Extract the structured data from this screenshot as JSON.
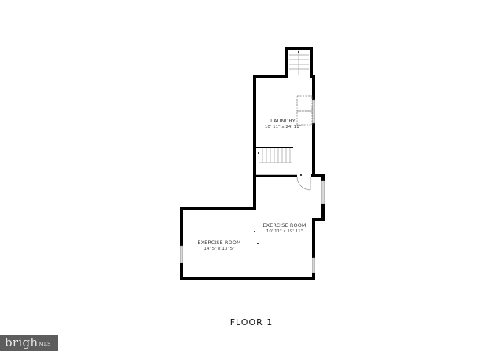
{
  "floor": {
    "title": "FLOOR 1"
  },
  "rooms": [
    {
      "name": "LAUNDRY",
      "dimensions": "10' 11\" x 24' 11\""
    },
    {
      "name": "EXERCISE ROOM",
      "dimensions": "10' 11\" x 19' 11\""
    },
    {
      "name": "EXERCISE ROOM",
      "dimensions": "14' 5\" x 13' 5\""
    }
  ],
  "watermark": {
    "main": "brigh",
    "sub": "MLS"
  },
  "colors": {
    "wall": "#000000",
    "window": "#d4d4d4",
    "background": "#ffffff",
    "watermark_bg": "#5d5d5d"
  }
}
